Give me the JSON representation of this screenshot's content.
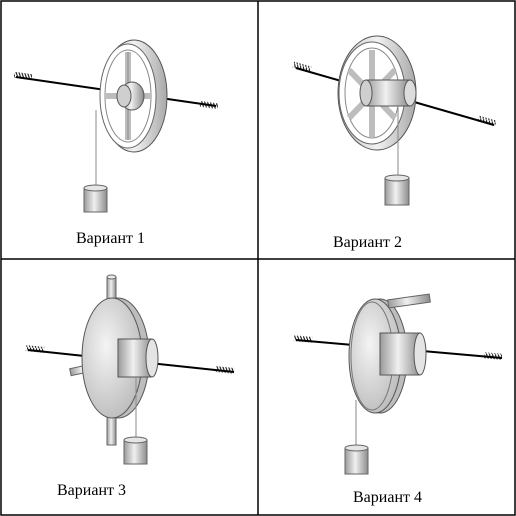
{
  "captions": {
    "v1": "Вариант 1",
    "v2": "Вариант 2",
    "v3": "Вариант 3",
    "v4": "Вариант 4"
  },
  "colors": {
    "frame": "#000000",
    "metal": "#d9d9d9",
    "metal_dark": "#9a9a9a",
    "metal_light": "#f4f4f4",
    "axle": "#000000",
    "string": "#8a8a8a"
  }
}
